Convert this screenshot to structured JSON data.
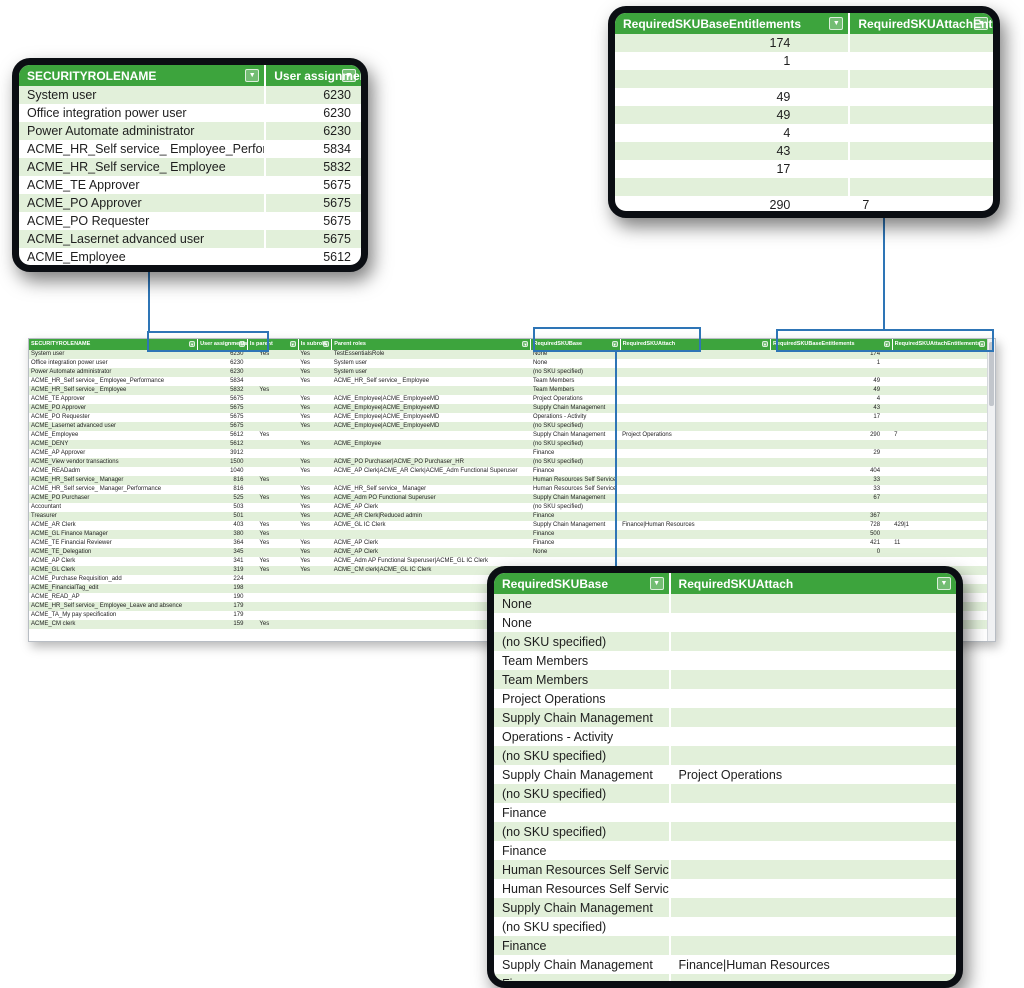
{
  "palette": {
    "header_green": "#3DA43D",
    "band_green": "#E2F0DA",
    "accent_blue": "#2E75B6",
    "frame_dark": "#0B0E13",
    "text_dark": "#1E1E1E"
  },
  "icons": {
    "filter_dropdown": "▼"
  },
  "callout_roles": {
    "columns": [
      "SECURITYROLENAME",
      "User assignments"
    ],
    "rows": [
      [
        "System user",
        "6230"
      ],
      [
        "Office integration power user",
        "6230"
      ],
      [
        "Power Automate administrator",
        "6230"
      ],
      [
        "ACME_HR_Self service_ Employee_Performance",
        "5834"
      ],
      [
        "ACME_HR_Self service_ Employee",
        "5832"
      ],
      [
        "ACME_TE Approver",
        "5675"
      ],
      [
        "ACME_PO Approver",
        "5675"
      ],
      [
        "ACME_PO Requester",
        "5675"
      ],
      [
        "ACME_Lasernet advanced user",
        "5675"
      ],
      [
        "ACME_Employee",
        "5612"
      ]
    ]
  },
  "callout_ent": {
    "columns": [
      "RequiredSKUBaseEntitlements",
      "RequiredSKUAttachEntitlements"
    ],
    "rows": [
      [
        "174",
        ""
      ],
      [
        "1",
        ""
      ],
      [
        "",
        ""
      ],
      [
        "49",
        ""
      ],
      [
        "49",
        ""
      ],
      [
        "4",
        ""
      ],
      [
        "43",
        ""
      ],
      [
        "17",
        ""
      ],
      [
        "",
        ""
      ],
      [
        "290",
        "7"
      ]
    ]
  },
  "callout_sku": {
    "columns": [
      "RequiredSKUBase",
      "RequiredSKUAttach"
    ],
    "rows": [
      [
        "None",
        ""
      ],
      [
        "None",
        ""
      ],
      [
        "(no SKU specified)",
        ""
      ],
      [
        "Team Members",
        ""
      ],
      [
        "Team Members",
        ""
      ],
      [
        "Project Operations",
        ""
      ],
      [
        "Supply Chain Management",
        ""
      ],
      [
        "Operations - Activity",
        ""
      ],
      [
        "(no SKU specified)",
        ""
      ],
      [
        "Supply Chain Management",
        "Project Operations"
      ],
      [
        "(no SKU specified)",
        ""
      ],
      [
        "Finance",
        ""
      ],
      [
        "(no SKU specified)",
        ""
      ],
      [
        "Finance",
        ""
      ],
      [
        "Human Resources Self Service",
        ""
      ],
      [
        "Human Resources Self Service",
        ""
      ],
      [
        "Supply Chain Management",
        ""
      ],
      [
        "(no SKU specified)",
        ""
      ],
      [
        "Finance",
        ""
      ],
      [
        "Supply Chain Management",
        "Finance|Human Resources"
      ],
      [
        "Finance",
        ""
      ]
    ]
  },
  "main_table": {
    "columns": [
      "SECURITYROLENAME",
      "User assignments",
      "Is parent",
      "Is subrole",
      "Parent roles",
      "RequiredSKUBase",
      "RequiredSKUAttach",
      "RequiredSKUBaseEntitlements",
      "RequiredSKUAttachEntitlements"
    ],
    "rows": [
      [
        "System user",
        "6230",
        "Yes",
        "Yes",
        "TestEssentialsRole",
        "None",
        "",
        "174",
        ""
      ],
      [
        "Office integration power user",
        "6230",
        "",
        "Yes",
        "System user",
        "None",
        "",
        "1",
        ""
      ],
      [
        "Power Automate administrator",
        "6230",
        "",
        "Yes",
        "System user",
        "(no SKU specified)",
        "",
        "",
        ""
      ],
      [
        "ACME_HR_Self service_ Employee_Performance",
        "5834",
        "",
        "Yes",
        "ACME_HR_Self service_ Employee",
        "Team Members",
        "",
        "49",
        ""
      ],
      [
        "ACME_HR_Self service_ Employee",
        "5832",
        "Yes",
        "",
        "",
        "Team Members",
        "",
        "49",
        ""
      ],
      [
        "ACME_TE Approver",
        "5675",
        "",
        "Yes",
        "ACME_Employee|ACME_EmployeeMD",
        "Project Operations",
        "",
        "4",
        ""
      ],
      [
        "ACME_PO Approver",
        "5675",
        "",
        "Yes",
        "ACME_Employee|ACME_EmployeeMD",
        "Supply Chain Management",
        "",
        "43",
        ""
      ],
      [
        "ACME_PO Requester",
        "5675",
        "",
        "Yes",
        "ACME_Employee|ACME_EmployeeMD",
        "Operations - Activity",
        "",
        "17",
        ""
      ],
      [
        "ACME_Lasernet advanced user",
        "5675",
        "",
        "Yes",
        "ACME_Employee|ACME_EmployeeMD",
        "(no SKU specified)",
        "",
        "",
        ""
      ],
      [
        "ACME_Employee",
        "5612",
        "Yes",
        "",
        "",
        "Supply Chain Management",
        "Project Operations",
        "290",
        "7"
      ],
      [
        "ACME_DENY",
        "5612",
        "",
        "Yes",
        "ACME_Employee",
        "(no SKU specified)",
        "",
        "",
        ""
      ],
      [
        "ACME_AP Approver",
        "3912",
        "",
        "",
        "",
        "Finance",
        "",
        "29",
        ""
      ],
      [
        "ACME_View vendor transactions",
        "1500",
        "",
        "Yes",
        "ACME_PO Purchaser|ACME_PO Purchaser_HR",
        "(no SKU specified)",
        "",
        "",
        ""
      ],
      [
        "ACME_READadm",
        "1040",
        "",
        "Yes",
        "ACME_AP Clerk|ACME_AR Clerk|ACME_Adm Functional Superuser",
        "Finance",
        "",
        "404",
        ""
      ],
      [
        "ACME_HR_Self service_ Manager",
        "816",
        "Yes",
        "",
        "",
        "Human Resources Self Service",
        "",
        "33",
        ""
      ],
      [
        "ACME_HR_Self service_ Manager_Performance",
        "816",
        "",
        "Yes",
        "ACME_HR_Self service_ Manager",
        "Human Resources Self Service",
        "",
        "33",
        ""
      ],
      [
        "ACME_PO Purchaser",
        "525",
        "Yes",
        "Yes",
        "ACME_Adm PO Functional Superuser",
        "Supply Chain Management",
        "",
        "67",
        ""
      ],
      [
        "Accountant",
        "503",
        "",
        "Yes",
        "ACME_AP Clerk",
        "(no SKU specified)",
        "",
        "",
        ""
      ],
      [
        "Treasurer",
        "501",
        "",
        "Yes",
        "ACME_AR Clerk|Reduced admin",
        "Finance",
        "",
        "367",
        ""
      ],
      [
        "ACME_AR Clerk",
        "403",
        "Yes",
        "Yes",
        "ACME_GL IC Clerk",
        "Supply Chain Management",
        "Finance|Human Resources",
        "728",
        "429|1"
      ],
      [
        "ACME_GL Finance Manager",
        "380",
        "Yes",
        "",
        "",
        "Finance",
        "",
        "500",
        ""
      ],
      [
        "ACME_TE Financial Reviewer",
        "364",
        "Yes",
        "Yes",
        "ACME_AP Clerk",
        "Finance",
        "",
        "421",
        "11"
      ],
      [
        "ACME_TE_Delegation",
        "345",
        "",
        "Yes",
        "ACME_AP Clerk",
        "None",
        "",
        "0",
        ""
      ],
      [
        "ACME_AP Clerk",
        "341",
        "Yes",
        "Yes",
        "ACME_Adm AP Functional Superuser|ACME_GL IC Clerk",
        "",
        "",
        "",
        ""
      ],
      [
        "ACME_GL Clerk",
        "319",
        "Yes",
        "Yes",
        "ACME_CM clerk|ACME_GL IC Clerk",
        "",
        "",
        "",
        ""
      ],
      [
        "ACME_Purchase Requisition_add",
        "224",
        "",
        "",
        "",
        "",
        "",
        "",
        ""
      ],
      [
        "ACME_FinancialTag_edit",
        "198",
        "",
        "",
        "",
        "",
        "",
        "",
        ""
      ],
      [
        "ACME_READ_AP",
        "190",
        "",
        "",
        "",
        "",
        "",
        "",
        ""
      ],
      [
        "ACME_HR_Self service_ Employee_Leave and absence",
        "179",
        "",
        "",
        "",
        "",
        "",
        "",
        ""
      ],
      [
        "ACME_TA_My pay specification",
        "179",
        "",
        "",
        "",
        "",
        "",
        "",
        ""
      ],
      [
        "ACME_CM clerk",
        "159",
        "Yes",
        "",
        "",
        "",
        "",
        "",
        ""
      ]
    ]
  }
}
